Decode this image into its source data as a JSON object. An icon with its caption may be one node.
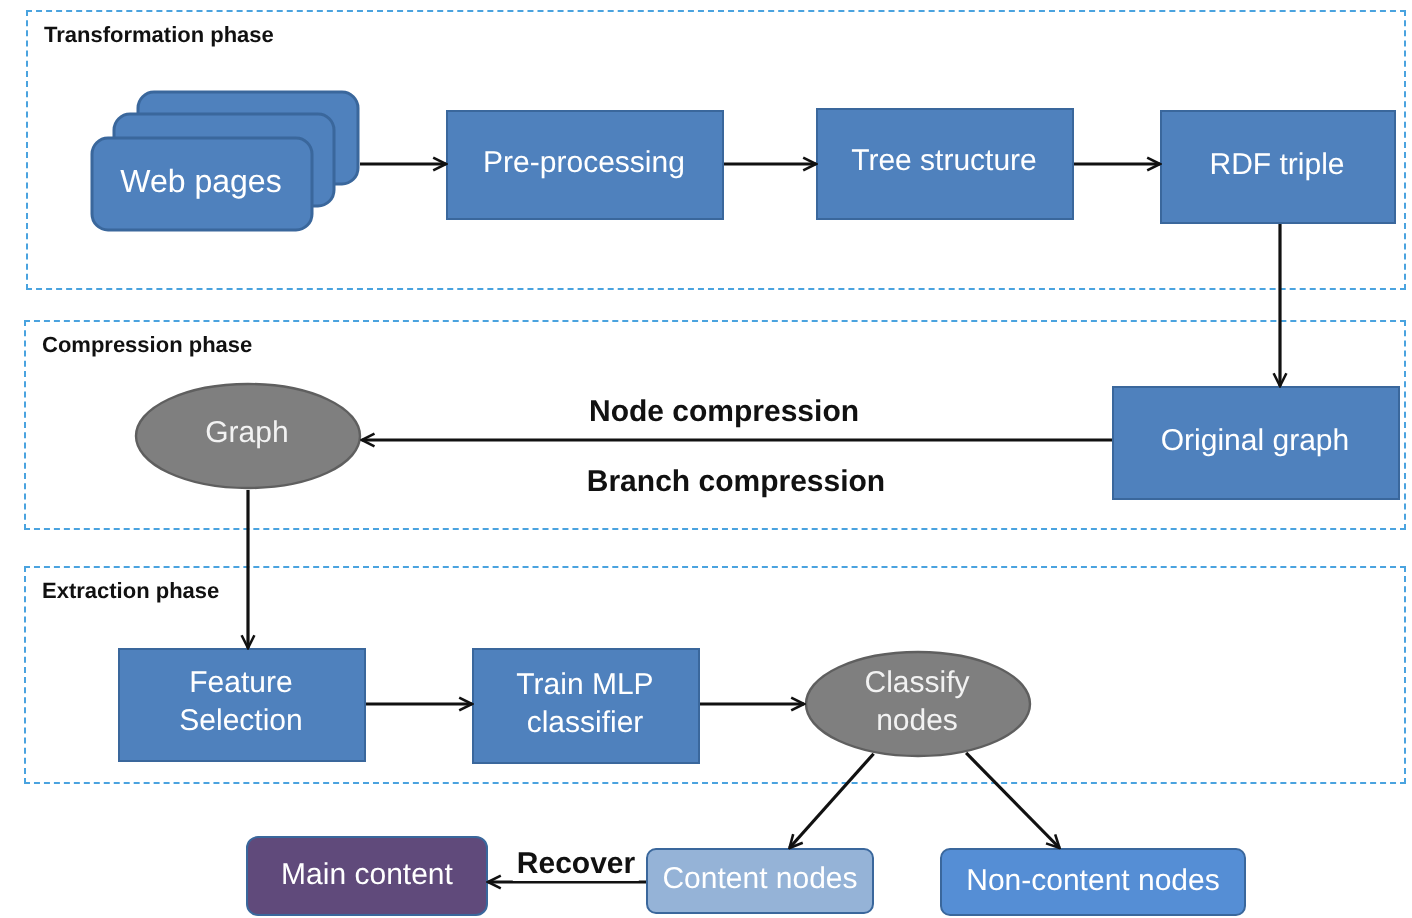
{
  "diagram": {
    "nodes": [
      {
        "text": [
          "Transformation phase"
        ]
      },
      {
        "text": [
          "Web pages"
        ],
        "in": 0
      },
      {
        "text": [
          "Pre-processing"
        ],
        "in": 0
      },
      {
        "text": [
          "Tree structure"
        ],
        "in": 0
      },
      {
        "text": [
          "RDF triple"
        ],
        "in": 0
      },
      {
        "text": [
          "Compression phase"
        ]
      },
      {
        "text": [
          "Graph"
        ],
        "in": 5
      },
      {
        "text": [
          "Original graph"
        ],
        "in": 5
      },
      {
        "text": [
          "Extraction phase"
        ]
      },
      {
        "text": [
          "Feature Selection"
        ],
        "in": 8
      },
      {
        "text": [
          "Train MLP classifier"
        ],
        "in": 8
      },
      {
        "text": [
          "Classify nodes"
        ],
        "in": 8
      },
      {
        "text": [
          "Main content"
        ]
      },
      {
        "text": [
          "Content nodes"
        ]
      },
      {
        "text": [
          "Non-content nodes"
        ]
      }
    ],
    "edges": [
      {
        "from": 1,
        "to": 2,
        "arrow": "to"
      },
      {
        "from": 2,
        "to": 3,
        "arrow": "to"
      },
      {
        "from": 3,
        "to": 4,
        "arrow": "to"
      },
      {
        "from": 4,
        "to": 7,
        "arrow": "to"
      },
      {
        "from": 7,
        "to": 6,
        "arrow": "to",
        "label": "Node compression"
      },
      {
        "from": 6,
        "to": 9,
        "arrow": "to"
      },
      {
        "from": 9,
        "to": 10,
        "arrow": "to"
      },
      {
        "from": 10,
        "to": 11,
        "arrow": "to"
      },
      {
        "from": 11,
        "to": 13,
        "arrow": "to"
      },
      {
        "from": 11,
        "to": 14,
        "arrow": "to"
      },
      {
        "from": 13,
        "to": 12,
        "arrow": "to",
        "label": "Recover"
      }
    ],
    "labels": [
      "Branch compression"
    ]
  }
}
